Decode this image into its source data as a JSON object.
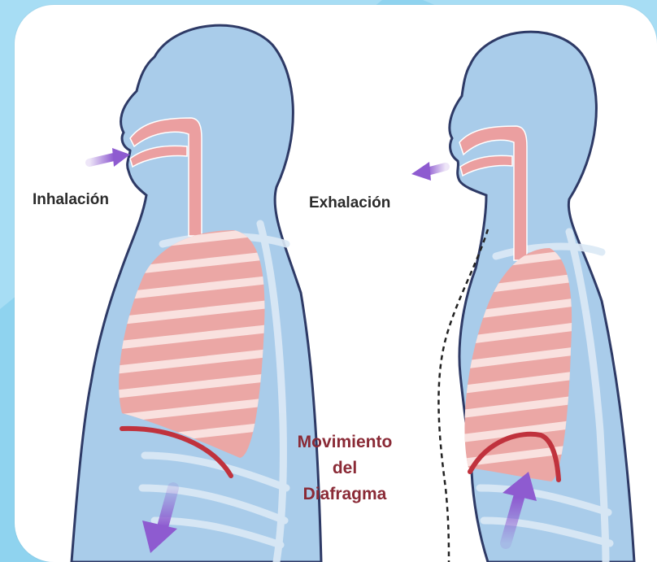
{
  "labels": {
    "inhalation": "Inhalación",
    "exhalation": "Exhalación",
    "diaphragm_line1": "Movimiento",
    "diaphragm_line2": "del",
    "diaphragm_line3": "Diafragma"
  },
  "colors": {
    "background": "#8fd3ef",
    "body_fill": "#a9ccea",
    "body_outline": "#2e3a66",
    "airway": "#eb9fa0",
    "lung_fill": "#eba7a5",
    "lung_stripe": "#f9e1df",
    "diaphragm": "#c0323d",
    "arrow": "#8e5bd0",
    "label_text": "#2a2a2a",
    "diaphragm_label": "#8a2a36"
  },
  "icons": [
    "inhalation-arrow-icon",
    "exhalation-arrow-icon",
    "diaphragm-down-arrow-icon",
    "diaphragm-up-arrow-icon"
  ]
}
